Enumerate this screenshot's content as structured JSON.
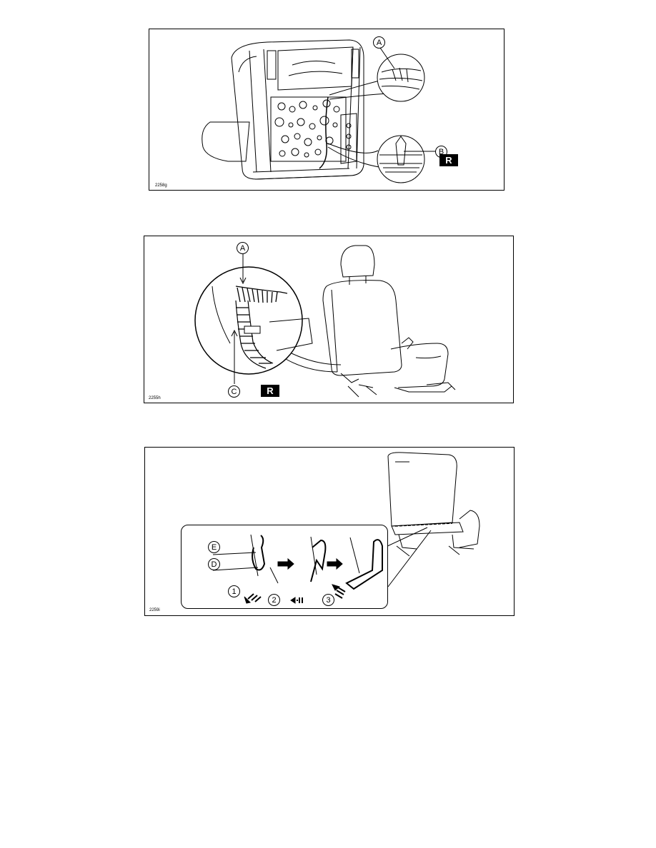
{
  "figures": [
    {
      "code": "2258g",
      "callouts": [
        "A",
        "B"
      ],
      "badge": "R"
    },
    {
      "code": "2255h",
      "callouts": [
        "A",
        "C"
      ],
      "badge": "R"
    },
    {
      "code": "2259i",
      "callouts": [
        "E",
        "D"
      ],
      "steps": [
        "1",
        "2",
        "3"
      ]
    }
  ]
}
